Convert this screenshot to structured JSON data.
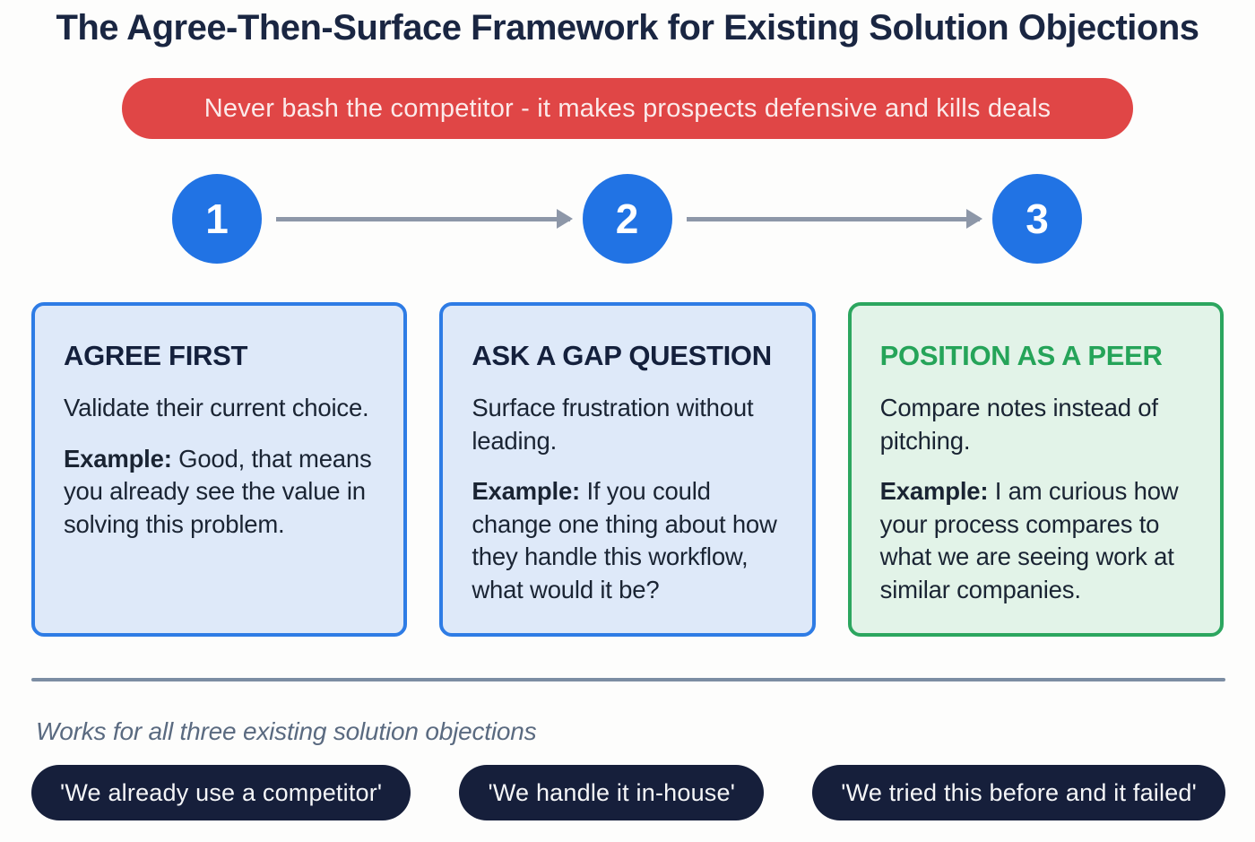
{
  "page": {
    "title": "The Agree-Then-Surface Framework for Existing Solution Objections",
    "warning_banner": "Never bash the competitor - it makes prospects defensive and kills deals",
    "footer_note": "Works for all three existing solution objections"
  },
  "steps": [
    {
      "number": "1",
      "title": "AGREE FIRST",
      "description": "Validate their current choice.",
      "example_label": "Example:",
      "example_text": "Good, that means you already see the value in solving this problem.",
      "theme": "blue"
    },
    {
      "number": "2",
      "title": "ASK A GAP QUESTION",
      "description": "Surface frustration without leading.",
      "example_label": "Example:",
      "example_text": "If you could change one thing about how they handle this workflow, what would it be?",
      "theme": "blue"
    },
    {
      "number": "3",
      "title": "POSITION AS A PEER",
      "description": "Compare notes instead of pitching.",
      "example_label": "Example:",
      "example_text": "I am curious how your process compares to what we are seeing work at similar companies.",
      "theme": "green"
    }
  ],
  "objection_pills": [
    "'We already use a competitor'",
    "'We handle it in-house'",
    "'We tried this before and it failed'"
  ],
  "colors": {
    "accent_blue": "#2173e4",
    "card_blue_bg": "#dee9f9",
    "card_blue_border": "#2e7ce5",
    "accent_green": "#25a459",
    "card_green_bg": "#e2f3e8",
    "card_green_border": "#2ca65f",
    "banner_red": "#e04646",
    "title_navy": "#1a2642",
    "pill_navy": "#161f3b",
    "arrow_gray": "#8d97a8",
    "divider_gray": "#7c8da3",
    "note_gray": "#5a6a80"
  }
}
